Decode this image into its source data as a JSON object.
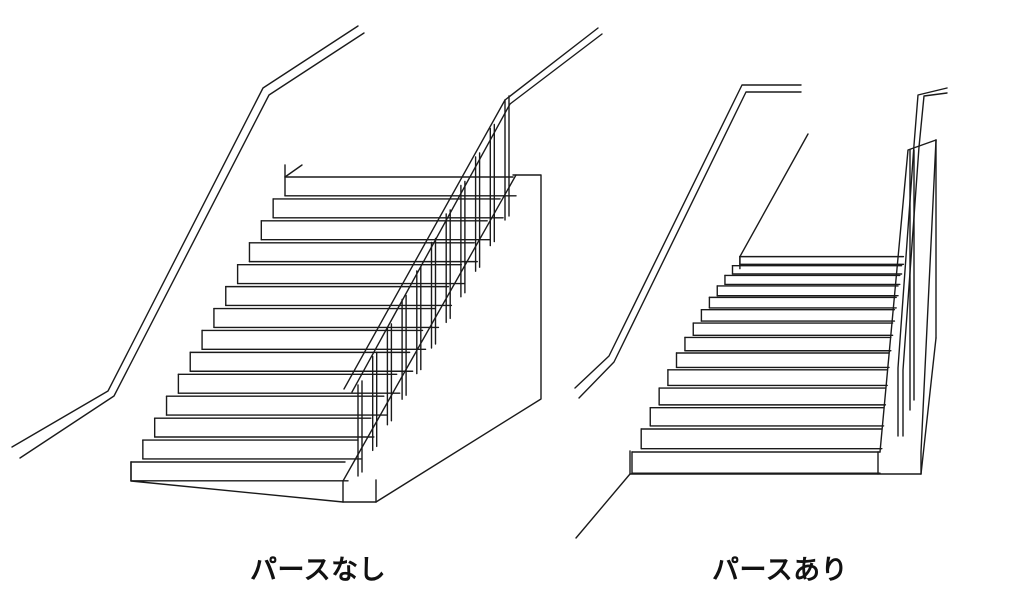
{
  "captions": {
    "without_perspective": "パースなし",
    "with_perspective": "パースあり"
  },
  "illustrations": [
    {
      "name": "stairs-without-perspective",
      "step_count": 14
    },
    {
      "name": "stairs-with-perspective",
      "step_count": 14
    }
  ],
  "colors": {
    "ink": "#1a1a1a",
    "background": "#ffffff"
  }
}
